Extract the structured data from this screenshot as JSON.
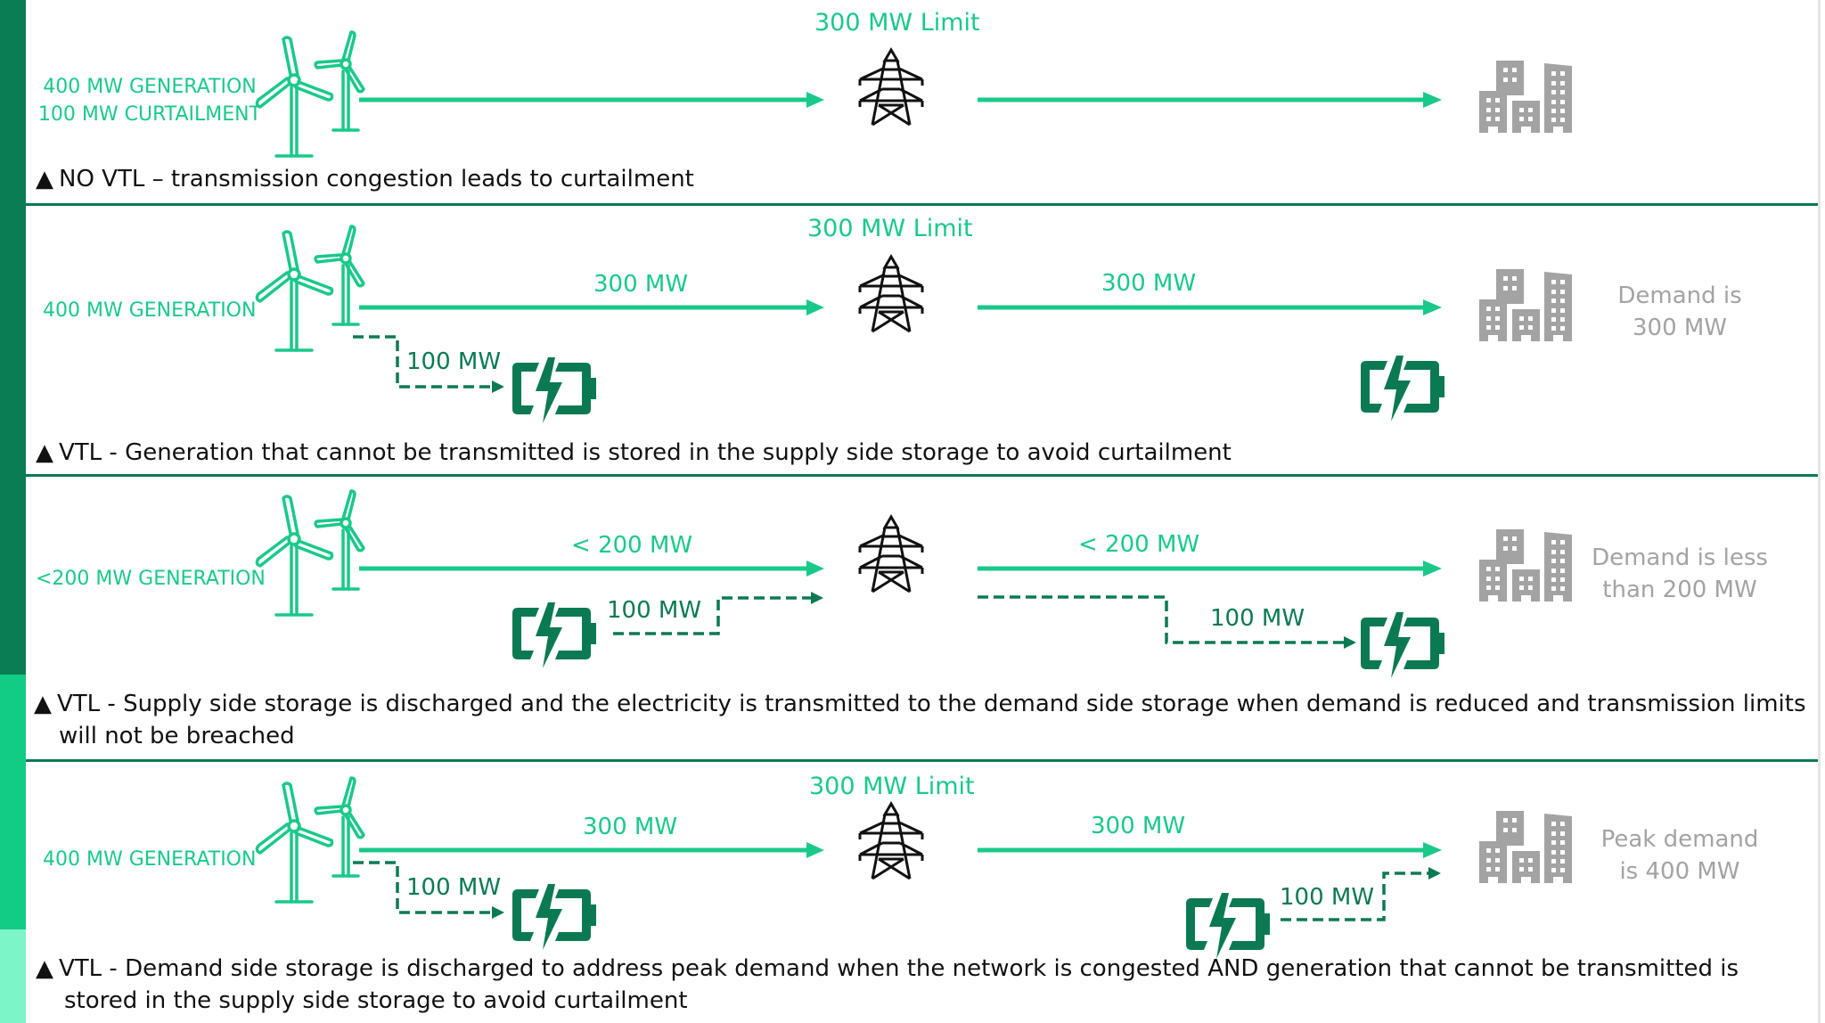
{
  "colors": {
    "bright_green": "#19c98a",
    "dark_green": "#0b7a52",
    "gray": "#a3a3a3",
    "sidebar_dark": "#0a7d55",
    "sidebar_mid": "#12cc85",
    "sidebar_light": "#7cf5c8"
  },
  "icons": {
    "wind": "wind-turbines-icon",
    "tower": "transmission-tower-icon",
    "battery": "battery-charging-icon",
    "city": "city-buildings-icon"
  },
  "panels": [
    {
      "generation_lines": [
        "400 MW GENERATION",
        "100 MW CURTAILMENT"
      ],
      "limit_label": "300 MW Limit",
      "flow_left_label": "",
      "flow_right_label": "",
      "demand_lines": [],
      "caption_marker": "▲",
      "caption": "NO VTL – transmission congestion leads to curtailment"
    },
    {
      "generation_lines": [
        "400 MW GENERATION"
      ],
      "limit_label": "300 MW Limit",
      "flow_left_label": "300 MW",
      "flow_right_label": "300 MW",
      "storage_label": "100 MW",
      "demand_lines": [
        "Demand is",
        "300 MW"
      ],
      "caption_marker": "▲",
      "caption": "VTL - Generation that cannot be transmitted is stored in the supply side storage to avoid curtailment"
    },
    {
      "generation_lines": [
        "<200 MW GENERATION"
      ],
      "limit_label": "",
      "flow_left_label": "< 200 MW",
      "flow_right_label": "< 200 MW",
      "supply_storage_label": "100 MW",
      "demand_storage_label": "100 MW",
      "demand_lines": [
        "Demand is less",
        "than 200 MW"
      ],
      "caption_marker": "▲",
      "caption_line1": "VTL - Supply side storage is discharged and the electricity is transmitted to the demand side storage when demand is reduced and transmission limits",
      "caption_line2": "will not be breached"
    },
    {
      "generation_lines": [
        "400 MW GENERATION"
      ],
      "limit_label": "300 MW Limit",
      "flow_left_label": "300 MW",
      "flow_right_label": "300 MW",
      "supply_storage_label": "100 MW",
      "demand_storage_label": "100 MW",
      "demand_lines": [
        "Peak demand",
        "is 400 MW"
      ],
      "caption_marker": "▲",
      "caption_line1": "VTL - Demand side storage is discharged to address peak demand when the network is congested AND generation that cannot be transmitted is",
      "caption_line2": "stored in the supply side storage to avoid curtailment"
    }
  ]
}
